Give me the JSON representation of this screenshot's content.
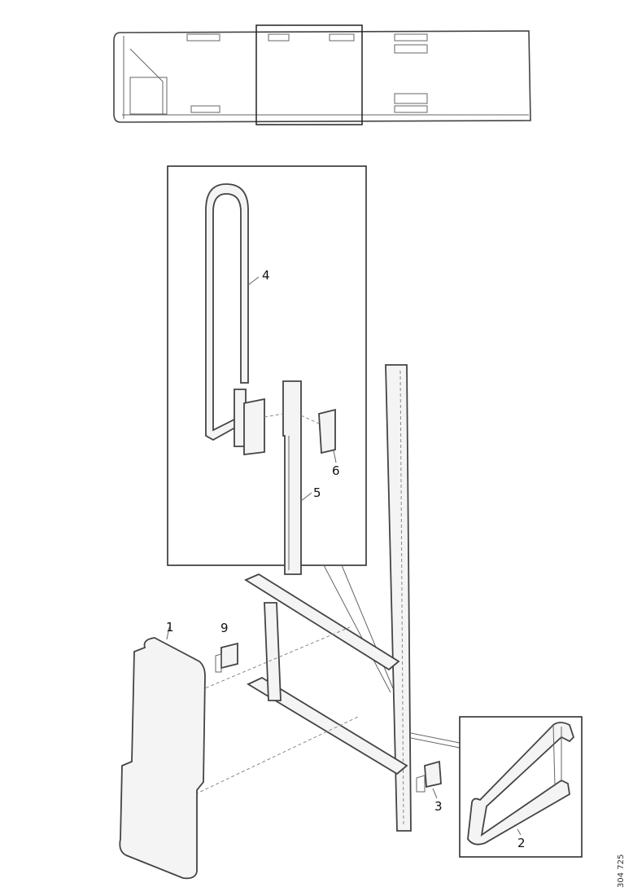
{
  "callouts": {
    "c1": "1",
    "c2": "2",
    "c3": "3",
    "c4": "4",
    "c5": "5",
    "c6": "6",
    "c9": "9"
  },
  "figure_code": "304 725"
}
